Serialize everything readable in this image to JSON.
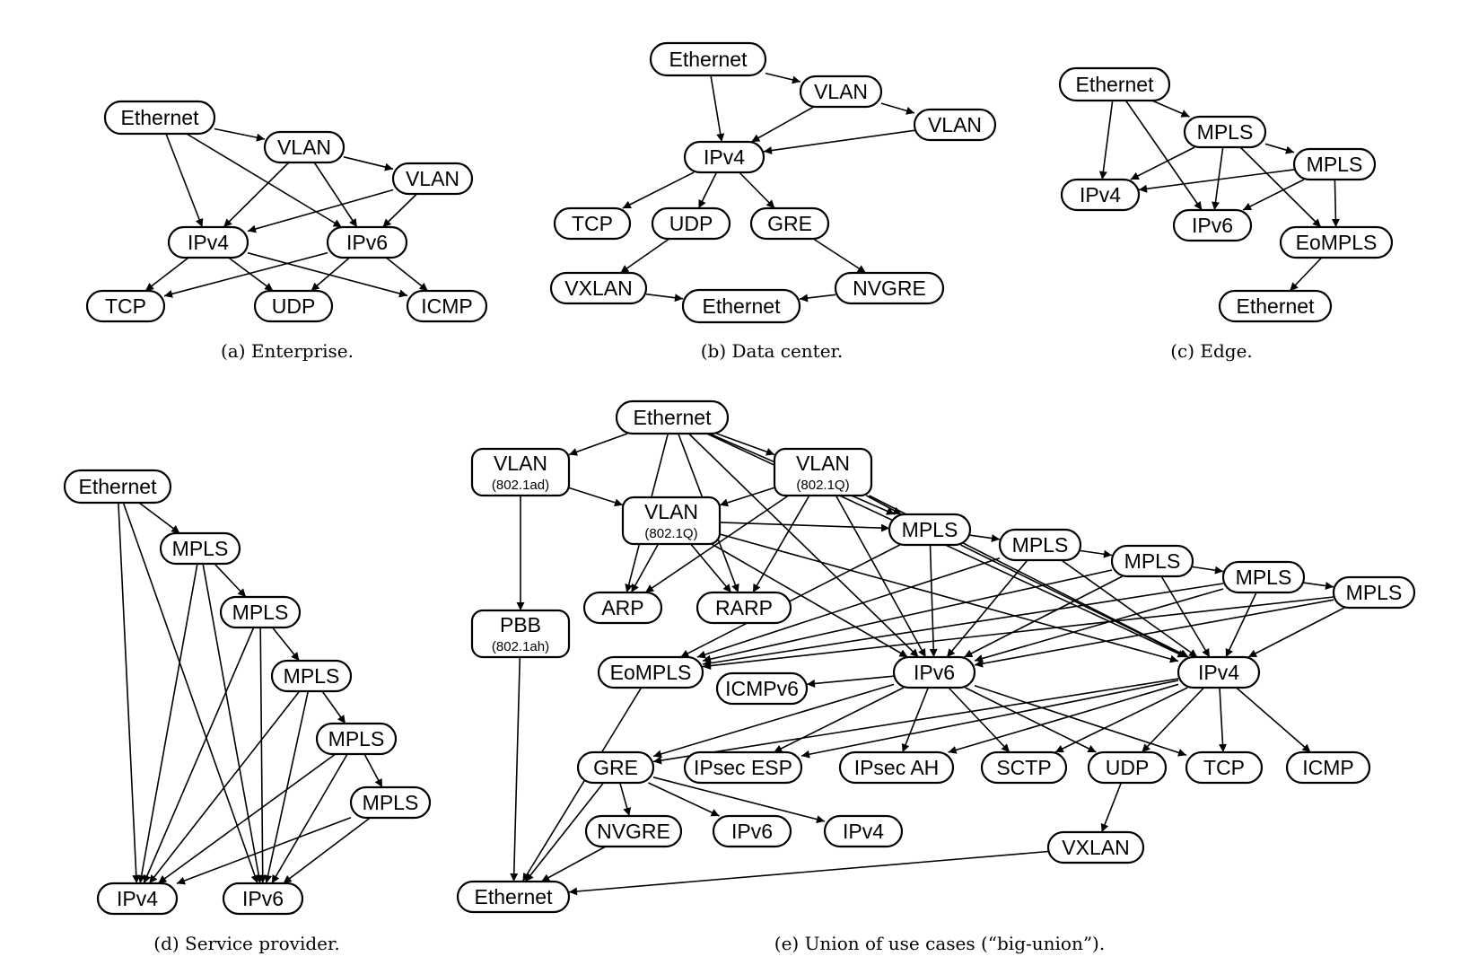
{
  "panels": [
    {
      "id": "a",
      "caption": "(a) Enterprise.",
      "nodes": [
        {
          "id": "eth",
          "label": "Ethernet"
        },
        {
          "id": "vlan1",
          "label": "VLAN"
        },
        {
          "id": "vlan2",
          "label": "VLAN"
        },
        {
          "id": "ipv4",
          "label": "IPv4"
        },
        {
          "id": "ipv6",
          "label": "IPv6"
        },
        {
          "id": "tcp",
          "label": "TCP"
        },
        {
          "id": "udp",
          "label": "UDP"
        },
        {
          "id": "icmp",
          "label": "ICMP"
        }
      ],
      "edges": [
        [
          "eth",
          "vlan1"
        ],
        [
          "eth",
          "ipv4"
        ],
        [
          "eth",
          "ipv6"
        ],
        [
          "vlan1",
          "vlan2"
        ],
        [
          "vlan1",
          "ipv4"
        ],
        [
          "vlan1",
          "ipv6"
        ],
        [
          "vlan2",
          "ipv4"
        ],
        [
          "vlan2",
          "ipv6"
        ],
        [
          "ipv4",
          "tcp"
        ],
        [
          "ipv4",
          "udp"
        ],
        [
          "ipv4",
          "icmp"
        ],
        [
          "ipv6",
          "tcp"
        ],
        [
          "ipv6",
          "udp"
        ],
        [
          "ipv6",
          "icmp"
        ]
      ]
    },
    {
      "id": "b",
      "caption": "(b) Data center.",
      "nodes": [
        {
          "id": "eth",
          "label": "Ethernet"
        },
        {
          "id": "vlan1",
          "label": "VLAN"
        },
        {
          "id": "vlan2",
          "label": "VLAN"
        },
        {
          "id": "ipv4",
          "label": "IPv4"
        },
        {
          "id": "tcp",
          "label": "TCP"
        },
        {
          "id": "udp",
          "label": "UDP"
        },
        {
          "id": "gre",
          "label": "GRE"
        },
        {
          "id": "vxlan",
          "label": "VXLAN"
        },
        {
          "id": "eth2",
          "label": "Ethernet"
        },
        {
          "id": "nvgre",
          "label": "NVGRE"
        }
      ],
      "edges": [
        [
          "eth",
          "vlan1"
        ],
        [
          "eth",
          "ipv4"
        ],
        [
          "vlan1",
          "vlan2"
        ],
        [
          "vlan1",
          "ipv4"
        ],
        [
          "vlan2",
          "ipv4"
        ],
        [
          "ipv4",
          "tcp"
        ],
        [
          "ipv4",
          "udp"
        ],
        [
          "ipv4",
          "gre"
        ],
        [
          "udp",
          "vxlan"
        ],
        [
          "gre",
          "nvgre"
        ],
        [
          "vxlan",
          "eth2"
        ],
        [
          "nvgre",
          "eth2"
        ]
      ]
    },
    {
      "id": "c",
      "caption": "(c) Edge.",
      "nodes": [
        {
          "id": "eth",
          "label": "Ethernet"
        },
        {
          "id": "mpls1",
          "label": "MPLS"
        },
        {
          "id": "mpls2",
          "label": "MPLS"
        },
        {
          "id": "ipv4",
          "label": "IPv4"
        },
        {
          "id": "ipv6",
          "label": "IPv6"
        },
        {
          "id": "eompls",
          "label": "EoMPLS"
        },
        {
          "id": "eth2",
          "label": "Ethernet"
        }
      ],
      "edges": [
        [
          "eth",
          "mpls1"
        ],
        [
          "eth",
          "ipv4"
        ],
        [
          "eth",
          "ipv6"
        ],
        [
          "mpls1",
          "mpls2"
        ],
        [
          "mpls1",
          "ipv4"
        ],
        [
          "mpls1",
          "ipv6"
        ],
        [
          "mpls1",
          "eompls"
        ],
        [
          "mpls2",
          "ipv4"
        ],
        [
          "mpls2",
          "ipv6"
        ],
        [
          "mpls2",
          "eompls"
        ],
        [
          "eompls",
          "eth2"
        ]
      ]
    },
    {
      "id": "d",
      "caption": "(d) Service provider.",
      "nodes": [
        {
          "id": "eth",
          "label": "Ethernet"
        },
        {
          "id": "mpls1",
          "label": "MPLS"
        },
        {
          "id": "mpls2",
          "label": "MPLS"
        },
        {
          "id": "mpls3",
          "label": "MPLS"
        },
        {
          "id": "mpls4",
          "label": "MPLS"
        },
        {
          "id": "mpls5",
          "label": "MPLS"
        },
        {
          "id": "ipv4",
          "label": "IPv4"
        },
        {
          "id": "ipv6",
          "label": "IPv6"
        }
      ],
      "edges": [
        [
          "eth",
          "mpls1"
        ],
        [
          "eth",
          "ipv4"
        ],
        [
          "eth",
          "ipv6"
        ],
        [
          "mpls1",
          "mpls2"
        ],
        [
          "mpls1",
          "ipv4"
        ],
        [
          "mpls1",
          "ipv6"
        ],
        [
          "mpls2",
          "mpls3"
        ],
        [
          "mpls2",
          "ipv4"
        ],
        [
          "mpls2",
          "ipv6"
        ],
        [
          "mpls3",
          "mpls4"
        ],
        [
          "mpls3",
          "ipv4"
        ],
        [
          "mpls3",
          "ipv6"
        ],
        [
          "mpls4",
          "mpls5"
        ],
        [
          "mpls4",
          "ipv4"
        ],
        [
          "mpls4",
          "ipv6"
        ],
        [
          "mpls5",
          "ipv4"
        ],
        [
          "mpls5",
          "ipv6"
        ]
      ]
    },
    {
      "id": "e",
      "caption": "(e) Union of use cases (“big-union”).",
      "nodes": [
        {
          "id": "eth",
          "label": "Ethernet"
        },
        {
          "id": "vlanad",
          "label": "VLAN",
          "sub": "(802.1ad)"
        },
        {
          "id": "vlanq1",
          "label": "VLAN",
          "sub": "(802.1Q)"
        },
        {
          "id": "vlanq2",
          "label": "VLAN",
          "sub": "(802.1Q)"
        },
        {
          "id": "mpls1",
          "label": "MPLS"
        },
        {
          "id": "mpls2",
          "label": "MPLS"
        },
        {
          "id": "mpls3",
          "label": "MPLS"
        },
        {
          "id": "mpls4",
          "label": "MPLS"
        },
        {
          "id": "mpls5",
          "label": "MPLS"
        },
        {
          "id": "arp",
          "label": "ARP"
        },
        {
          "id": "rarp",
          "label": "RARP"
        },
        {
          "id": "pbb",
          "label": "PBB",
          "sub": "(802.1ah)"
        },
        {
          "id": "eompls",
          "label": "EoMPLS"
        },
        {
          "id": "icmpv6",
          "label": "ICMPv6"
        },
        {
          "id": "ipv6",
          "label": "IPv6"
        },
        {
          "id": "ipv4",
          "label": "IPv4"
        },
        {
          "id": "gre",
          "label": "GRE"
        },
        {
          "id": "ipsecesp",
          "label": "IPsec ESP"
        },
        {
          "id": "ipsecah",
          "label": "IPsec AH"
        },
        {
          "id": "sctp",
          "label": "SCTP"
        },
        {
          "id": "udp",
          "label": "UDP"
        },
        {
          "id": "tcp",
          "label": "TCP"
        },
        {
          "id": "icmp",
          "label": "ICMP"
        },
        {
          "id": "nvgre",
          "label": "NVGRE"
        },
        {
          "id": "ipv6b",
          "label": "IPv6"
        },
        {
          "id": "ipv4b",
          "label": "IPv4"
        },
        {
          "id": "vxlan",
          "label": "VXLAN"
        },
        {
          "id": "eth2",
          "label": "Ethernet"
        }
      ],
      "edges": [
        [
          "eth",
          "vlanad"
        ],
        [
          "eth",
          "vlanq1"
        ],
        [
          "eth",
          "arp"
        ],
        [
          "eth",
          "rarp"
        ],
        [
          "eth",
          "ipv6"
        ],
        [
          "eth",
          "mpls1"
        ],
        [
          "eth",
          "ipv4"
        ],
        [
          "vlanad",
          "vlanq2"
        ],
        [
          "vlanad",
          "pbb"
        ],
        [
          "vlanq1",
          "vlanq2"
        ],
        [
          "vlanq1",
          "arp"
        ],
        [
          "vlanq1",
          "rarp"
        ],
        [
          "vlanq1",
          "mpls1"
        ],
        [
          "vlanq1",
          "ipv6"
        ],
        [
          "vlanq1",
          "ipv4"
        ],
        [
          "vlanq2",
          "arp"
        ],
        [
          "vlanq2",
          "rarp"
        ],
        [
          "vlanq2",
          "mpls1"
        ],
        [
          "vlanq2",
          "ipv6"
        ],
        [
          "vlanq2",
          "ipv4"
        ],
        [
          "mpls1",
          "mpls2"
        ],
        [
          "mpls1",
          "eompls"
        ],
        [
          "mpls1",
          "ipv6"
        ],
        [
          "mpls1",
          "ipv4"
        ],
        [
          "mpls2",
          "mpls3"
        ],
        [
          "mpls2",
          "eompls"
        ],
        [
          "mpls2",
          "ipv6"
        ],
        [
          "mpls2",
          "ipv4"
        ],
        [
          "mpls3",
          "mpls4"
        ],
        [
          "mpls3",
          "eompls"
        ],
        [
          "mpls3",
          "ipv6"
        ],
        [
          "mpls3",
          "ipv4"
        ],
        [
          "mpls4",
          "mpls5"
        ],
        [
          "mpls4",
          "eompls"
        ],
        [
          "mpls4",
          "ipv6"
        ],
        [
          "mpls4",
          "ipv4"
        ],
        [
          "mpls5",
          "eompls"
        ],
        [
          "mpls5",
          "ipv6"
        ],
        [
          "mpls5",
          "ipv4"
        ],
        [
          "pbb",
          "eth2"
        ],
        [
          "eompls",
          "eth2"
        ],
        [
          "ipv6",
          "icmpv6"
        ],
        [
          "ipv6",
          "gre"
        ],
        [
          "ipv6",
          "ipsecesp"
        ],
        [
          "ipv6",
          "ipsecah"
        ],
        [
          "ipv6",
          "sctp"
        ],
        [
          "ipv6",
          "udp"
        ],
        [
          "ipv6",
          "tcp"
        ],
        [
          "ipv4",
          "gre"
        ],
        [
          "ipv4",
          "ipsecesp"
        ],
        [
          "ipv4",
          "ipsecah"
        ],
        [
          "ipv4",
          "sctp"
        ],
        [
          "ipv4",
          "udp"
        ],
        [
          "ipv4",
          "tcp"
        ],
        [
          "ipv4",
          "icmp"
        ],
        [
          "gre",
          "nvgre"
        ],
        [
          "gre",
          "ipv6b"
        ],
        [
          "gre",
          "ipv4b"
        ],
        [
          "gre",
          "eth2"
        ],
        [
          "nvgre",
          "eth2"
        ],
        [
          "udp",
          "vxlan"
        ],
        [
          "vxlan",
          "eth2"
        ]
      ]
    }
  ]
}
